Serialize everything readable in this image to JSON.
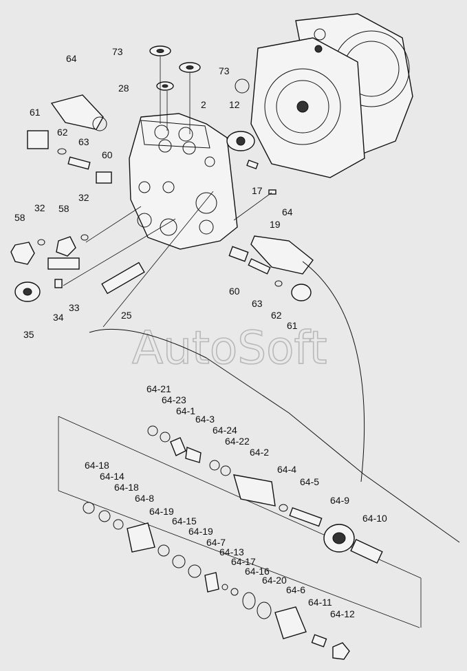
{
  "watermark": "AutoSoft",
  "labels_upper": [
    "64",
    "73",
    "73",
    "28",
    "2",
    "12",
    "61",
    "62",
    "63",
    "60",
    "32",
    "32",
    "58",
    "58",
    "17",
    "19",
    "64",
    "60",
    "63",
    "62",
    "61",
    "25",
    "33",
    "34",
    "35"
  ],
  "labels_lower": [
    "64-21",
    "64-23",
    "64-1",
    "64-3",
    "64-24",
    "64-22",
    "64-2",
    "64-4",
    "64-5",
    "64-9",
    "64-10",
    "64-18",
    "64-14",
    "64-18",
    "64-8",
    "64-19",
    "64-15",
    "64-19",
    "64-7",
    "64-13",
    "64-17",
    "64-16",
    "64-20",
    "64-6",
    "64-11",
    "64-12"
  ]
}
